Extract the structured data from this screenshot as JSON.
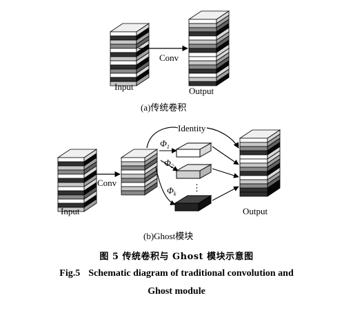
{
  "panel_a": {
    "input_label": "Input",
    "conv_label": "Conv",
    "output_label": "Output",
    "caption": "(a)传统卷积"
  },
  "panel_b": {
    "input_label": "Input",
    "conv_label": "Conv",
    "output_label": "Output",
    "identity_label": "Identity",
    "phi1_base": "Φ",
    "phi1_sub": "1",
    "phi2_base": "Φ",
    "phi2_sub": "2",
    "phik_base": "Φ",
    "phik_sub": "k",
    "ellipsis": "⋮",
    "caption": "(b)Ghost模块"
  },
  "figure": {
    "caption_cn": "图 5    传统卷积与 Ghost 模块示意图",
    "label_en": "Fig.5",
    "caption_en_line1": "Schematic diagram of traditional convolution and",
    "caption_en_line2": "Ghost module"
  },
  "colors": {
    "shade_dark": "#303030",
    "shade_mid": "#8a8a8a",
    "shade_light": "#c8c8c8",
    "shade_white": "#ffffff"
  }
}
